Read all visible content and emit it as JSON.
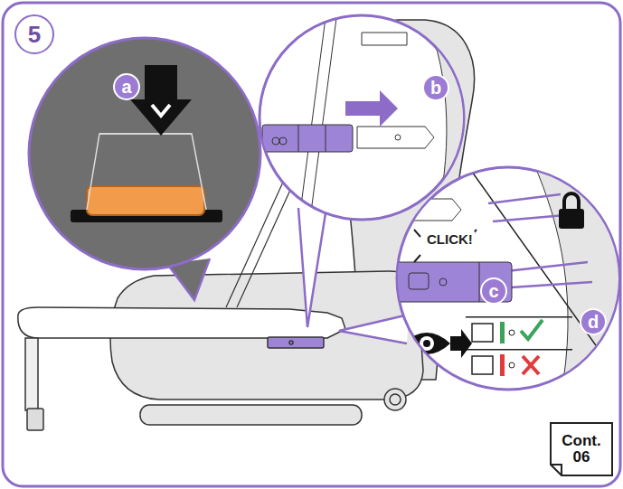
{
  "diagram": {
    "nodes": [
      {
        "text": [
          "5"
        ]
      },
      {
        "text": [
          "a"
        ]
      },
      {
        "text": [
          "b"
        ]
      },
      {
        "text": [
          "c"
        ]
      },
      {
        "text": [
          "d"
        ]
      },
      {
        "text": [
          "Cont. 06"
        ]
      }
    ],
    "labels": [
      "CLICK!"
    ]
  }
}
